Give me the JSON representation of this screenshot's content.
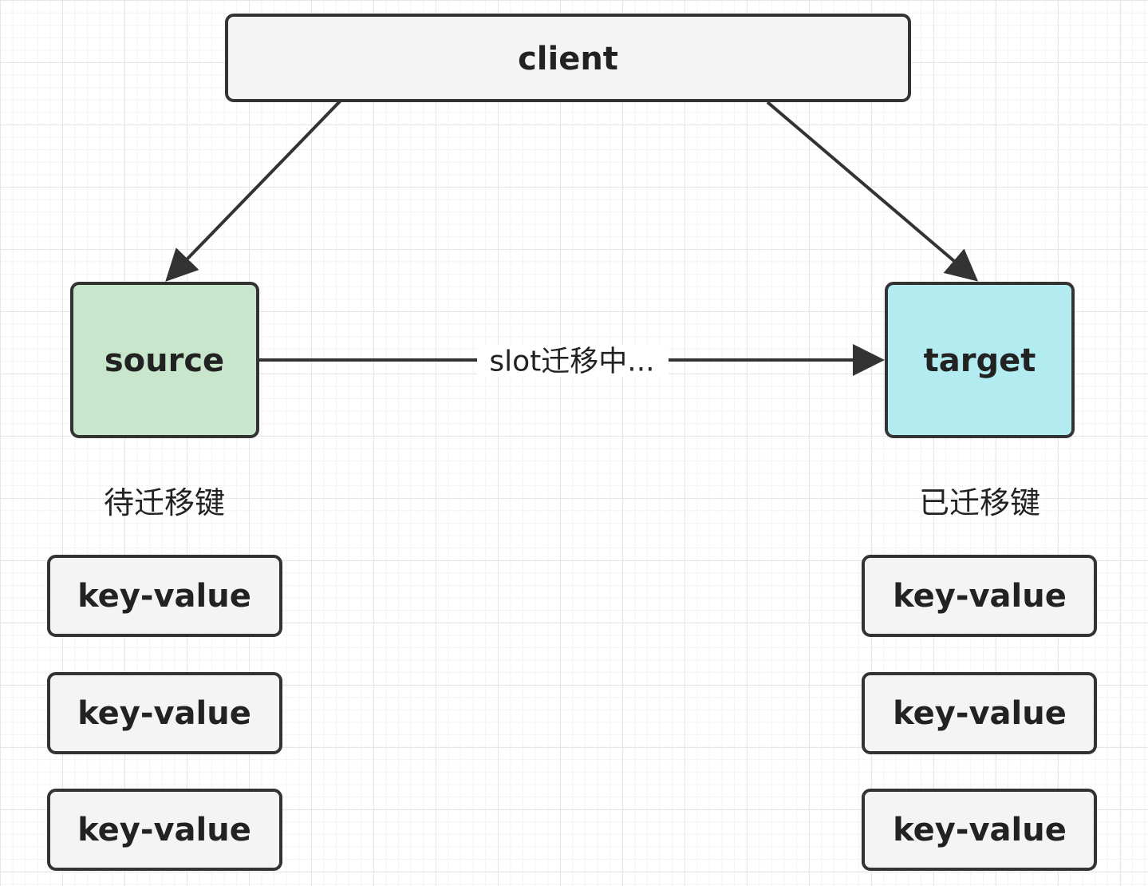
{
  "nodes": {
    "client": {
      "label": "client"
    },
    "source": {
      "label": "source"
    },
    "target": {
      "label": "target"
    }
  },
  "edge_label": "slot迁移中...",
  "left_group": {
    "title": "待迁移键",
    "items": [
      "key-value",
      "key-value",
      "key-value"
    ]
  },
  "right_group": {
    "title": "已迁移键",
    "items": [
      "key-value",
      "key-value",
      "key-value"
    ]
  },
  "colors": {
    "client_fill": "#f4f4f4",
    "source_fill": "#c8e6cb",
    "target_fill": "#b2ebf0",
    "kv_fill": "#f4f4f4",
    "stroke": "#333333"
  }
}
